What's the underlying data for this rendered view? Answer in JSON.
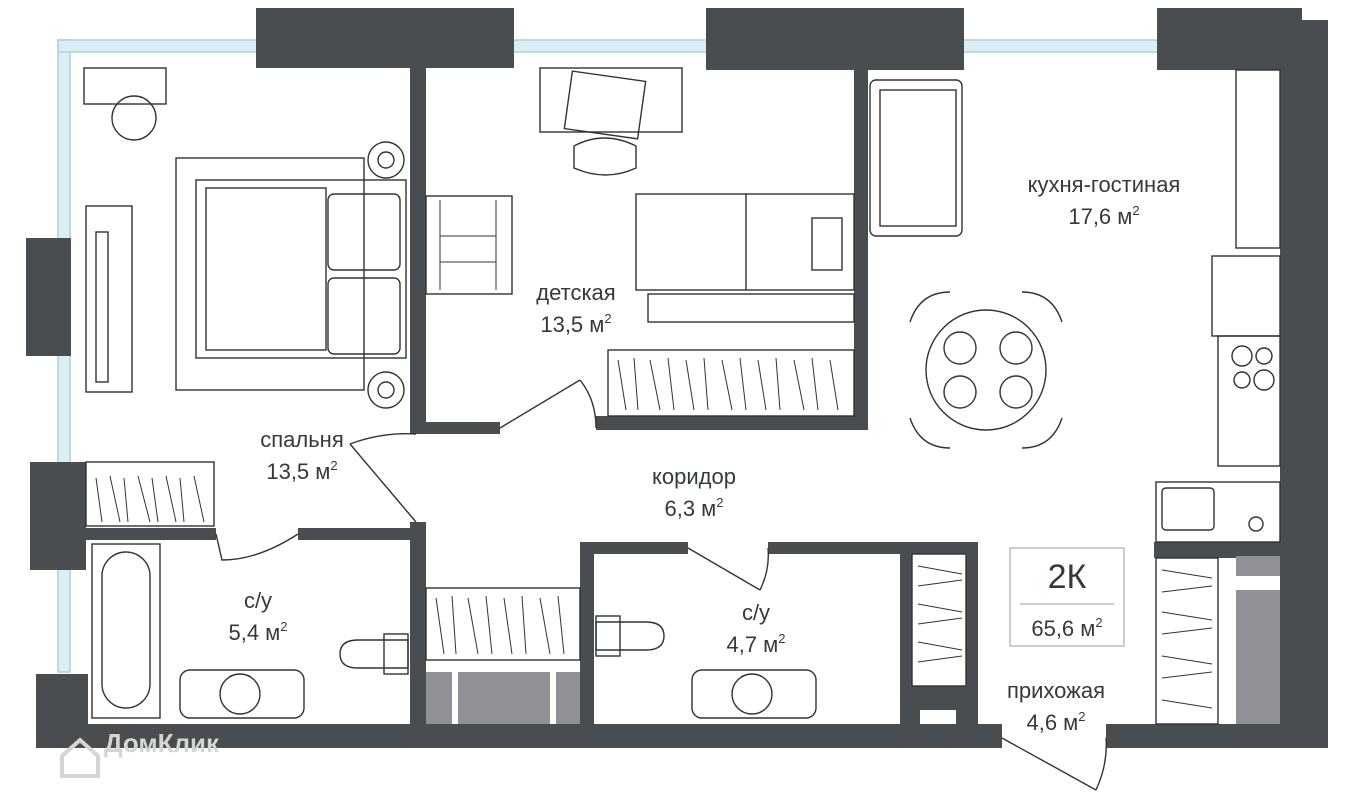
{
  "rooms": {
    "bedroom": {
      "name": "спальня",
      "area": "13,5 м",
      "sup": "2"
    },
    "kids": {
      "name": "детская",
      "area": "13,5 м",
      "sup": "2"
    },
    "kitchen": {
      "name": "кухня-гостиная",
      "area": "17,6 м",
      "sup": "2"
    },
    "corridor": {
      "name": "коридор",
      "area": "6,3 м",
      "sup": "2"
    },
    "bath1": {
      "name": "с/у",
      "area": "5,4 м",
      "sup": "2"
    },
    "bath2": {
      "name": "с/у",
      "area": "4,7 м",
      "sup": "2"
    },
    "hall": {
      "name": "прихожая",
      "area": "4,6 м",
      "sup": "2"
    }
  },
  "badge": {
    "type": "2К",
    "area": "65,6 м",
    "sup": "2"
  },
  "watermark": {
    "text": "ДомКлик",
    "icon": "house-icon"
  },
  "colors": {
    "wall": "#4a4d50",
    "window": "#dbeef3",
    "text": "#333a3f"
  }
}
